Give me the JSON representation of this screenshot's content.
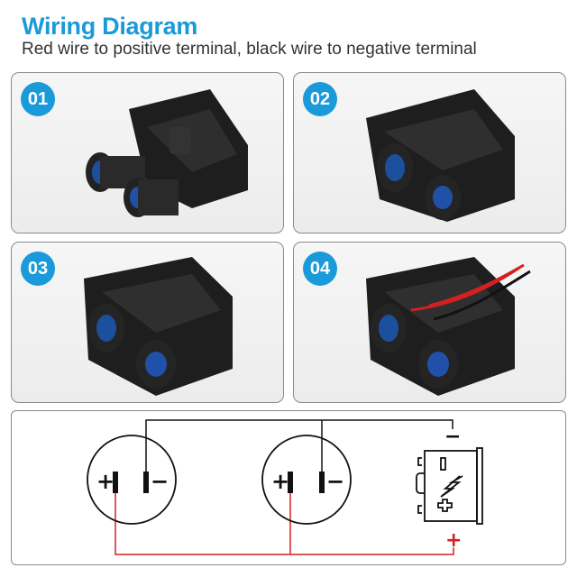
{
  "header": {
    "title": "Wiring Diagram",
    "subtitle": "Red wire to positive terminal, black wire to negative terminal"
  },
  "steps": [
    {
      "number": "01"
    },
    {
      "number": "02"
    },
    {
      "number": "03"
    },
    {
      "number": "04"
    }
  ],
  "diagram": {
    "socket_plus": "+",
    "socket_minus": "−",
    "battery_minus": "−",
    "battery_plus": "+",
    "colors": {
      "positive_wire": "#d42020",
      "negative_wire": "#111111",
      "accent": "#1a9ad8"
    }
  }
}
